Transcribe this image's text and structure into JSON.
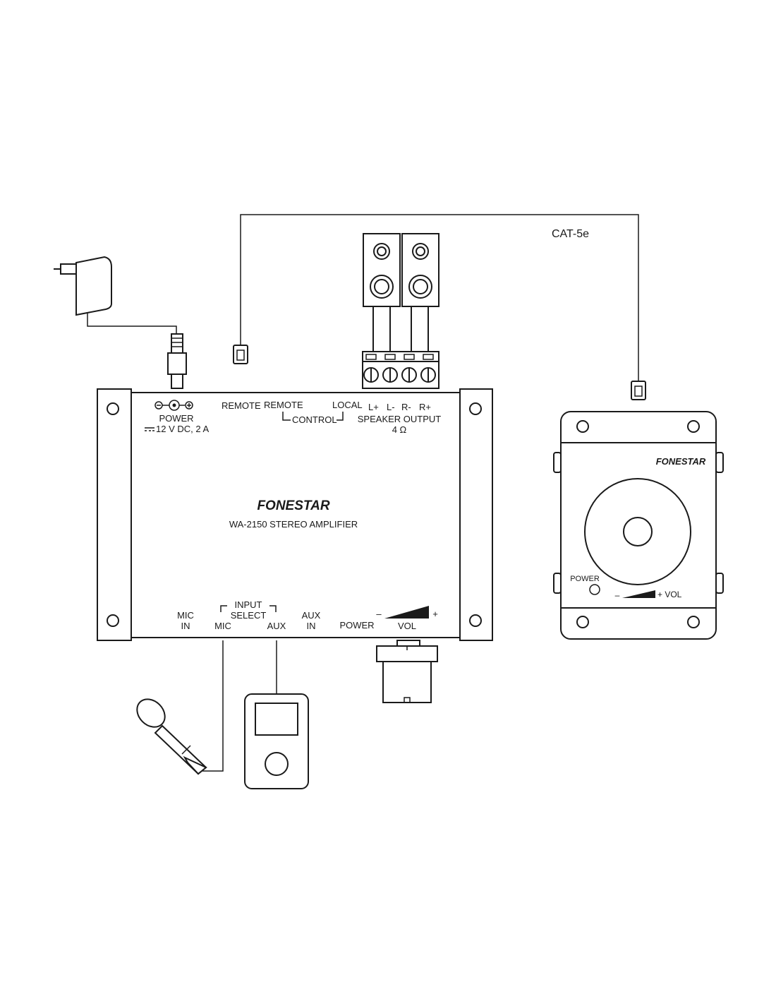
{
  "cable": {
    "label": "CAT-5e"
  },
  "amplifier": {
    "brand": "FONESTAR",
    "model": "WA-2150 STEREO AMPLIFIER",
    "top_panel": {
      "power_label": "POWER",
      "power_spec": "12 V DC, 2 A",
      "remote_label": "REMOTE",
      "remote_control_label": "REMOTE",
      "control_label": "CONTROL",
      "local_label": "LOCAL",
      "speaker_terminals": [
        "L+",
        "L-",
        "R-",
        "R+"
      ],
      "speaker_output_label": "SPEAKER OUTPUT",
      "impedance": "4 Ω"
    },
    "bottom_panel": {
      "mic_in_line1": "MIC",
      "mic_in_line2": "IN",
      "input_label": "INPUT",
      "select_label": "SELECT",
      "select_mic": "MIC",
      "select_aux": "AUX",
      "aux_in_line1": "AUX",
      "aux_in_line2": "IN",
      "power_label": "POWER",
      "vol_label": "VOL",
      "vol_minus": "–",
      "vol_plus": "+"
    }
  },
  "remote_panel": {
    "brand": "FONESTAR",
    "power_label": "POWER",
    "vol_minus": "–",
    "vol_label": "+ VOL"
  },
  "icons": [
    "power-adapter-icon",
    "dc-plug-icon",
    "rj-connector-icon",
    "speaker-icon",
    "terminal-block-icon",
    "microphone-icon",
    "media-player-icon",
    "volume-knob-icon",
    "dc-polarity-icon",
    "volume-ramp-icon"
  ]
}
